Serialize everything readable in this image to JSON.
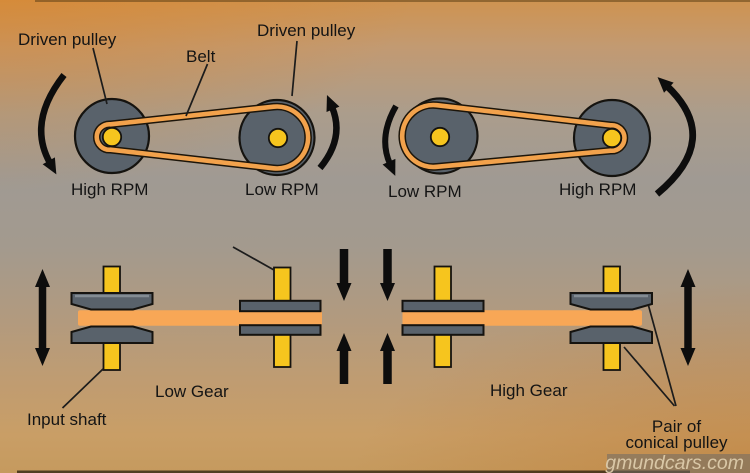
{
  "top_left_diagram": {
    "left_pulley_label": "Driven pulley",
    "belt_label": "Belt",
    "right_pulley_label": "Driven pulley",
    "left_caption": "High RPM",
    "right_caption": "Low RPM"
  },
  "top_right_diagram": {
    "left_caption": "Low RPM",
    "right_caption": "High RPM"
  },
  "bottom_left_diagram": {
    "caption": "Low Gear",
    "shaft_label": "Input shaft"
  },
  "bottom_right_diagram": {
    "caption": "High Gear",
    "pulley_label_line1": "Pair of",
    "pulley_label_line2": "conical pulley"
  },
  "watermark": "gmundcars.com",
  "colors": {
    "pulley_gray": "#59626B",
    "hub_yellow": "#F6C51E",
    "belt_orange": "#F2A24C",
    "belt_band_orange": "#F8A756",
    "outline_black": "#15130F",
    "text_black": "#141414",
    "arrow_black": "#0D0D0D",
    "watermark_text": "#D9C7A6"
  }
}
